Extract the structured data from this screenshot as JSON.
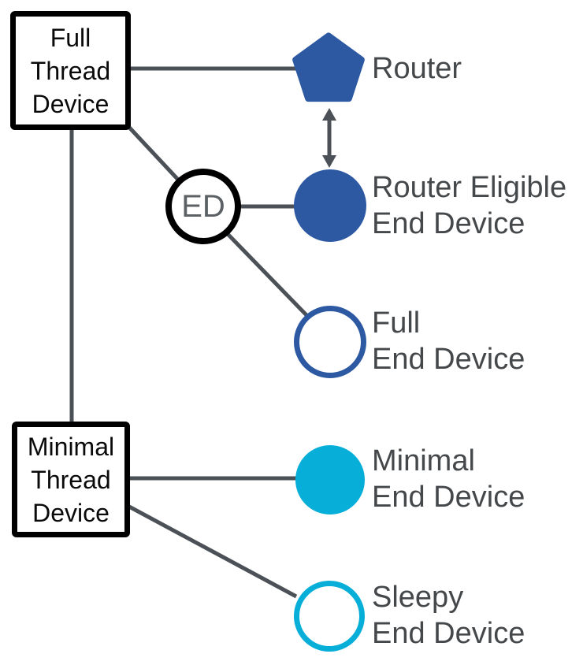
{
  "nodes": {
    "full_thread_device": {
      "label": "Full\nThread\nDevice"
    },
    "minimal_thread_device": {
      "label": "Minimal\nThread\nDevice"
    },
    "ed": {
      "label": "ED"
    },
    "router": {
      "label": "Router"
    },
    "router_eligible_end_device": {
      "label": "Router Eligible\nEnd Device"
    },
    "full_end_device": {
      "label": "Full\nEnd Device"
    },
    "minimal_end_device": {
      "label": "Minimal\nEnd Device"
    },
    "sleepy_end_device": {
      "label": "Sleepy\nEnd Device"
    }
  },
  "colors": {
    "router_blue": "#2d59a3",
    "cyan": "#06aed8",
    "connector_gray": "#4b5157",
    "label_text": "#45484b",
    "ed_text": "#5c6165",
    "node_border_black": "#000000"
  }
}
